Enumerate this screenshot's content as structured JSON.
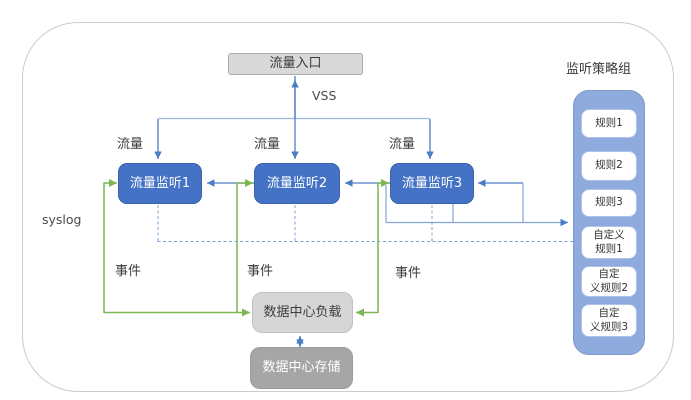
{
  "nodes": {
    "entry": "流量入口",
    "monitors": [
      "流量监听1",
      "流量监听2",
      "流量监听3"
    ],
    "load": "数据中心负载",
    "storage": "数据中心存储"
  },
  "labels": {
    "vss": "VSS",
    "syslog": "syslog",
    "traffic": [
      "流量",
      "流量",
      "流量"
    ],
    "events": [
      "事件",
      "事件",
      "事件"
    ]
  },
  "policy_group": {
    "title": "监听策略组",
    "rules": [
      "规则1",
      "规则2",
      "规则3",
      "自定义\n规则1",
      "自定\n义规则2",
      "自定\n义规则3"
    ]
  },
  "colors": {
    "monitor_blue": "#4472c4",
    "policy_container_blue": "#8faadc",
    "entry_gray": "#d9d9d9",
    "load_gray": "#d6d6d6",
    "storage_gray": "#a6a6a6",
    "connector_blue": "#4d7cc7",
    "connector_light_blue": "#9bb8e0",
    "connector_dashed_blue": "#7fa3d6",
    "connector_green": "#7cb652"
  }
}
